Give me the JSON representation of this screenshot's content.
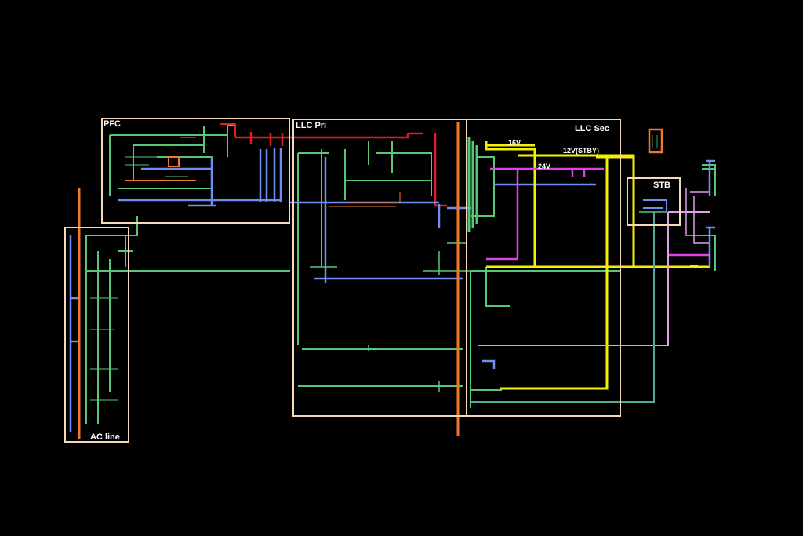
{
  "blocks": {
    "pfc": "PFC",
    "llc_pri": "LLC Pri",
    "llc_sec": "LLC Sec",
    "stb": "STB",
    "ac_line": "AC line"
  },
  "rails": {
    "v16": "16V",
    "v12_stby": "12V(STBY)",
    "v24": "24V"
  },
  "colors": {
    "background": "#000000",
    "block_border": "#f5d9b8",
    "green": "#55c878",
    "blue": "#6f8ff0",
    "red": "#e02020",
    "orange": "#f07a2a",
    "yellow": "#f5f000",
    "magenta": "#e040e8",
    "teal": "#4fa89a",
    "pink": "#e0a0e8"
  }
}
